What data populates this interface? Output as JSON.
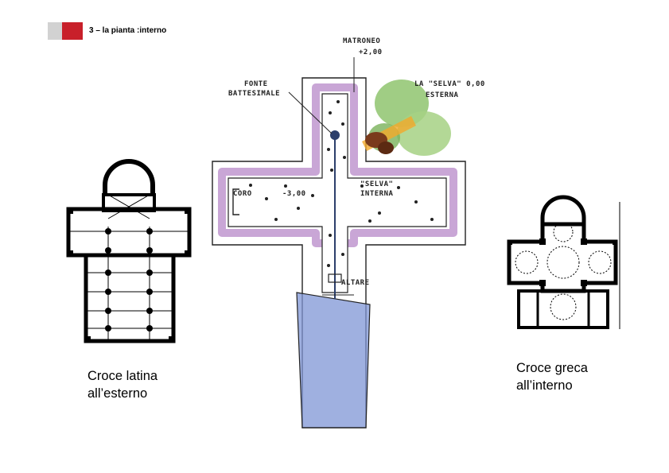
{
  "header": {
    "title": "3 – la pianta :interno"
  },
  "sketch_labels": {
    "matroneo_1": "MATRONEO",
    "matroneo_2": "+2,00",
    "fonte_1": "FONTE",
    "fonte_2": "BATTESIMALE",
    "selva_est_1": "LA \"SELVA\" 0,00",
    "selva_est_2": "ESTERNA",
    "coro": "CORO",
    "quota": "-3,00",
    "selva_int_1": "\"SELVA\"",
    "selva_int_2": "INTERNA",
    "altare": "ALTARE"
  },
  "captions": {
    "left_1": "Croce latina",
    "left_2": "all’esterno",
    "right_1": "Croce greca",
    "right_2": "all’interno"
  },
  "colors": {
    "logo_red": "#c8202a",
    "logo_grey": "#d2d2d2",
    "lilac": "#c9a6d6",
    "water_blue": "#7f95d6",
    "tree_green": "#8fc46f",
    "wood_brown": "#7a3b1c",
    "accent_orange": "#f2a92a"
  }
}
